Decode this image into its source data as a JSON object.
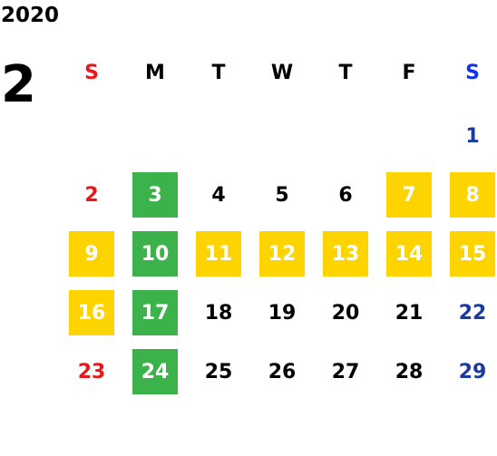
{
  "calendar": {
    "year": "2020",
    "month": "2",
    "weekdays": [
      {
        "label": "S",
        "color": "#e8171c"
      },
      {
        "label": "M",
        "color": "#000000"
      },
      {
        "label": "T",
        "color": "#000000"
      },
      {
        "label": "W",
        "color": "#000000"
      },
      {
        "label": "T",
        "color": "#000000"
      },
      {
        "label": "F",
        "color": "#000000"
      },
      {
        "label": "S",
        "color": "#1133ee"
      }
    ],
    "weeks": [
      [
        null,
        null,
        null,
        null,
        null,
        null,
        {
          "day": "1",
          "highlight": "none"
        }
      ],
      [
        {
          "day": "2",
          "highlight": "none"
        },
        {
          "day": "3",
          "highlight": "green"
        },
        {
          "day": "4",
          "highlight": "none"
        },
        {
          "day": "5",
          "highlight": "none"
        },
        {
          "day": "6",
          "highlight": "none"
        },
        {
          "day": "7",
          "highlight": "yellow"
        },
        {
          "day": "8",
          "highlight": "yellow"
        }
      ],
      [
        {
          "day": "9",
          "highlight": "yellow"
        },
        {
          "day": "10",
          "highlight": "green"
        },
        {
          "day": "11",
          "highlight": "yellow"
        },
        {
          "day": "12",
          "highlight": "yellow"
        },
        {
          "day": "13",
          "highlight": "yellow"
        },
        {
          "day": "14",
          "highlight": "yellow"
        },
        {
          "day": "15",
          "highlight": "yellow"
        }
      ],
      [
        {
          "day": "16",
          "highlight": "yellow"
        },
        {
          "day": "17",
          "highlight": "green"
        },
        {
          "day": "18",
          "highlight": "none"
        },
        {
          "day": "19",
          "highlight": "none"
        },
        {
          "day": "20",
          "highlight": "none"
        },
        {
          "day": "21",
          "highlight": "none"
        },
        {
          "day": "22",
          "highlight": "none"
        }
      ],
      [
        {
          "day": "23",
          "highlight": "none"
        },
        {
          "day": "24",
          "highlight": "green"
        },
        {
          "day": "25",
          "highlight": "none"
        },
        {
          "day": "26",
          "highlight": "none"
        },
        {
          "day": "27",
          "highlight": "none"
        },
        {
          "day": "28",
          "highlight": "none"
        },
        {
          "day": "29",
          "highlight": "none"
        }
      ]
    ]
  },
  "colors": {
    "green": "#3bb34a",
    "yellow": "#fdd400",
    "highlight_text": "#ffffff",
    "sunday_text": "#e8171c",
    "saturday_text": "#1a3a9e",
    "weekday_text": "#000000"
  }
}
